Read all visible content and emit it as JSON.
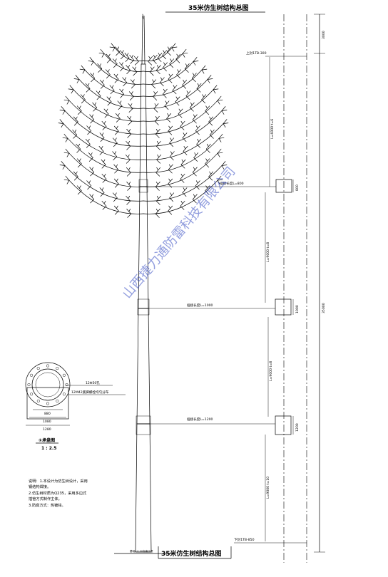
{
  "title_top": "35米仿生树结构总图",
  "title_bottom": "35米仿生树结构总图",
  "dimensions": {
    "top": "3000",
    "main": "35000",
    "joint1": "800",
    "joint2": "1000",
    "joint3": "1200"
  },
  "labels": {
    "upper_seal": "上封1TB-300",
    "lower_seal": "下封1TB-850",
    "seg1": "L=6000 t=6",
    "seg2": "L=9000 t=8",
    "seg3": "L=9000 t=8",
    "seg4": "L=9000 t=10",
    "insert1": "插接长度L=800",
    "insert2": "插接长度L=1000",
    "insert3": "插接长度L=1200",
    "ground": "基础±0.00标高示意"
  },
  "detail": {
    "hole_label": "12Φ50孔",
    "bolt_label": "12M42底脚螺栓均匀分布",
    "dim_inner": "880",
    "dim_mid": "1080",
    "dim_outer": "1280",
    "caption": "①承盘图",
    "scale": "1 : 2.5"
  },
  "notes": [
    "说明：1.本设计为仿生树设计，采用",
    "钢结构焊接。",
    "2.仿生树材质为Q235，采用多边式",
    "插管方式制作主体。",
    "3.防腐方式：热镀锌。"
  ],
  "watermark": "山西捷力通防雷科技有限公司"
}
